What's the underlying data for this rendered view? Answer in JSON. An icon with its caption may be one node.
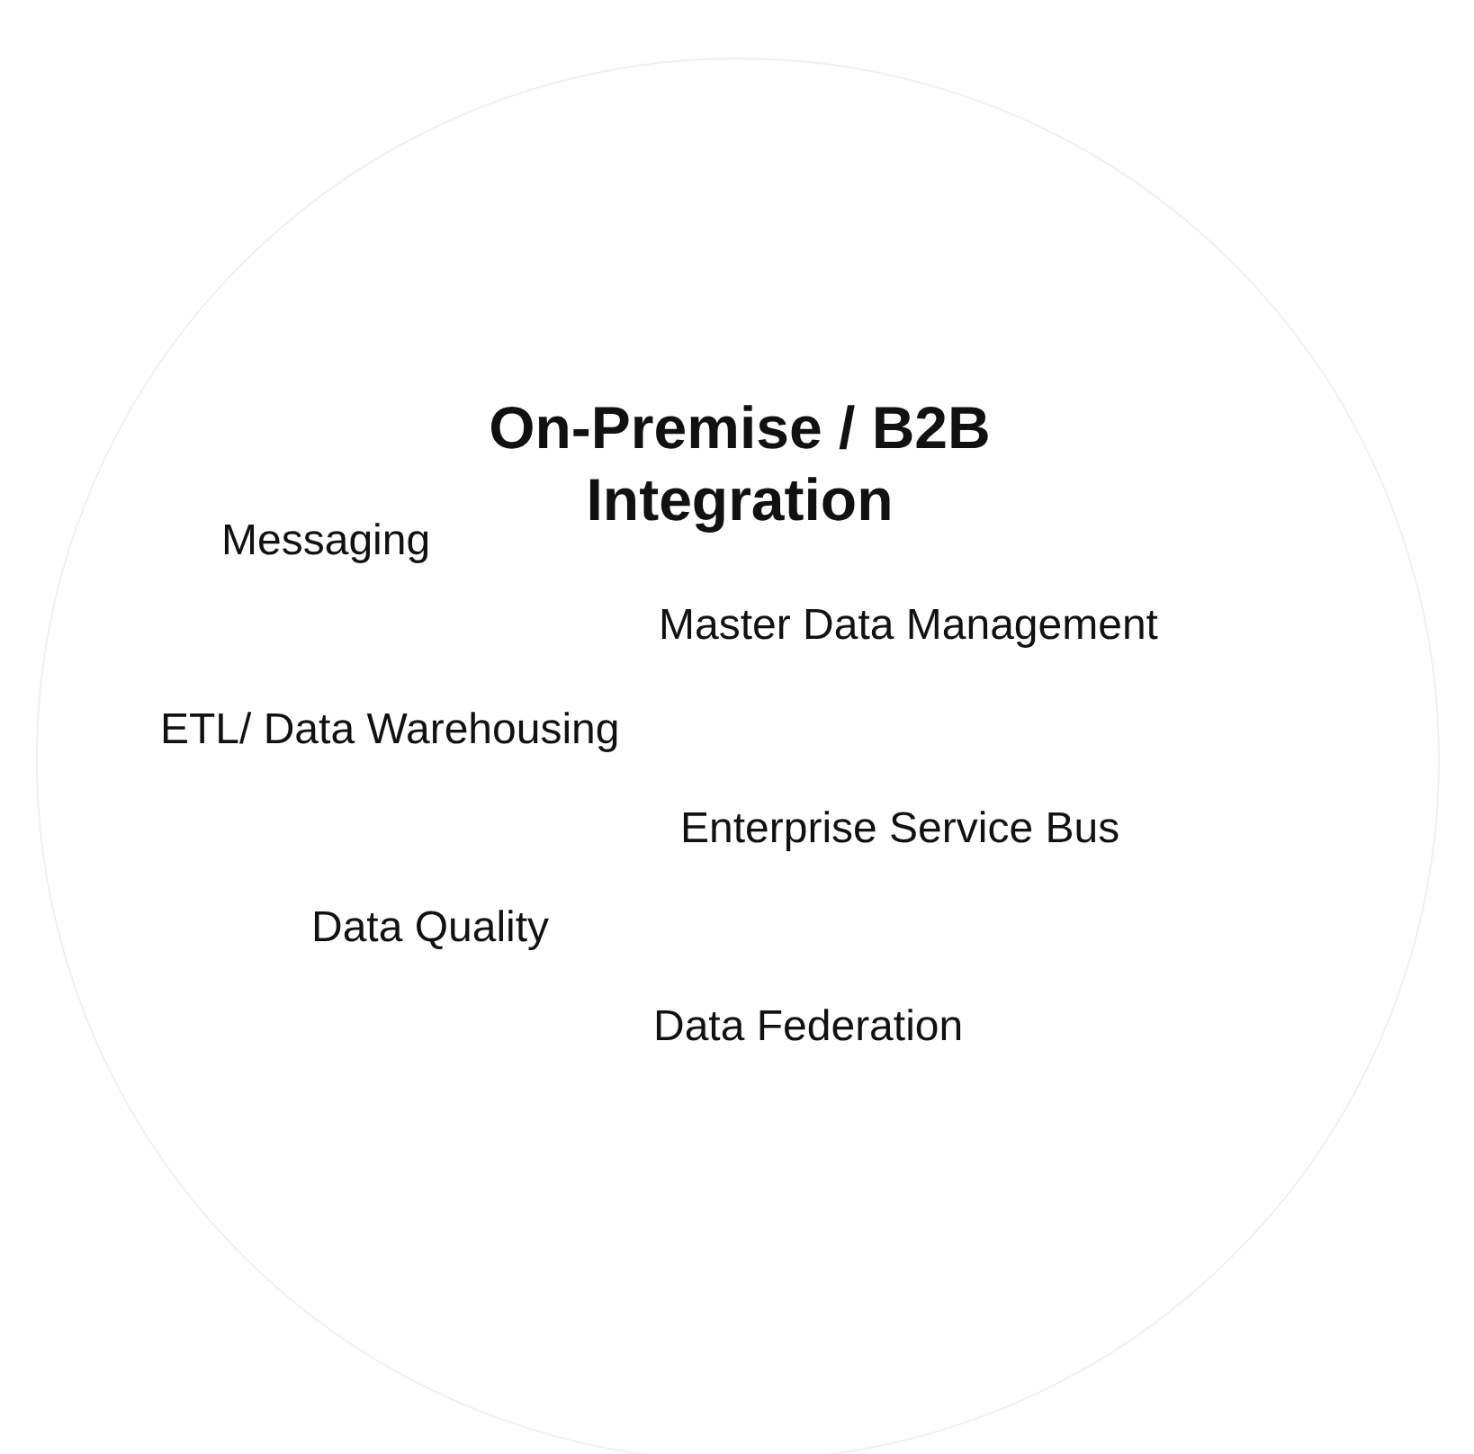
{
  "diagram": {
    "nodes": [
      {
        "text": [
          "On-Premise / B2B Integration",
          "Messaging",
          "Master Data Management",
          "ETL/ Data Warehousing",
          "Enterprise Service Bus",
          "Data Quality",
          "Data Federation"
        ]
      }
    ]
  }
}
